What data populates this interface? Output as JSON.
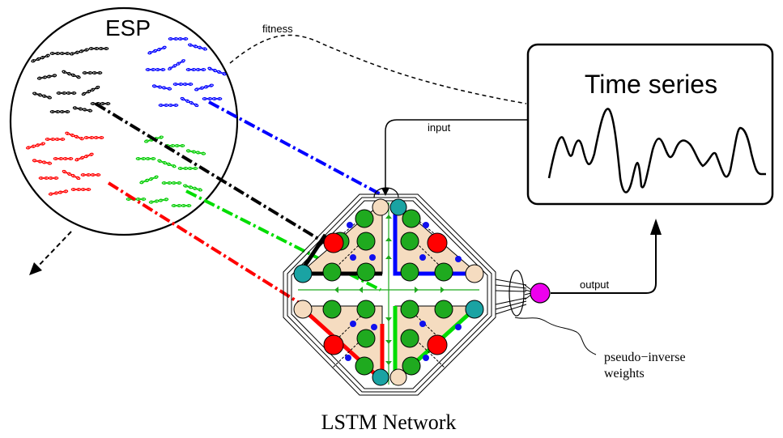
{
  "esp": {
    "title": "ESP"
  },
  "labels": {
    "fitness": "fitness",
    "input": "input",
    "output": "output",
    "pseudo_inverse_line1": "pseudo−inverse",
    "pseudo_inverse_line2": "weights"
  },
  "time_series": {
    "title": "Time series"
  },
  "network": {
    "title": "LSTM Network"
  },
  "colors": {
    "black_group": "#000000",
    "blue_group": "#0000ff",
    "green_group": "#00dd00",
    "red_group": "#ff0000",
    "node_green": "#1faa1f",
    "node_red": "#ff0000",
    "node_teal": "#1aa3a3",
    "node_peach": "#f5dcc0",
    "node_blue_small": "#1010ee",
    "output_node": "#ee00ee",
    "cell_fill": "#f5dcc0",
    "connector_green": "#1faa1f"
  },
  "icons": {
    "dna": "dna-strand-icon",
    "output_arrow": "arrow-up-icon",
    "esp_out_arrow": "arrow-down-left-icon"
  }
}
